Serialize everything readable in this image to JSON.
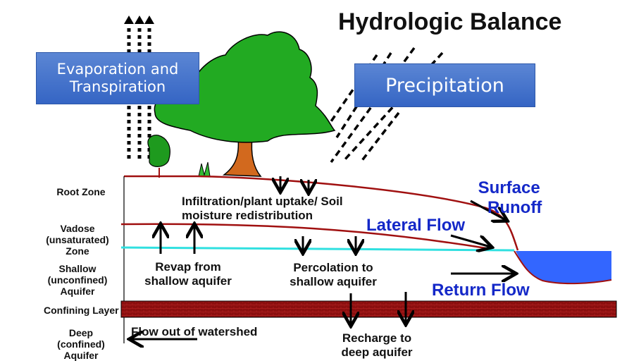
{
  "title": "Hydrologic Balance",
  "callouts": {
    "evapotranspiration": "Evaporation and Transpiration",
    "precipitation": "Precipitation"
  },
  "zones": {
    "root_zone": "Root Zone",
    "vadose": [
      "Vadose",
      "(unsaturated)",
      "Zone"
    ],
    "shallow": [
      "Shallow",
      "(unconfined)",
      "Aquifer"
    ],
    "confining": "Confining Layer",
    "deep": [
      "Deep",
      "(confined)",
      "Aquifer"
    ]
  },
  "processes": {
    "infiltration": [
      "Infiltration/plant uptake/ Soil",
      "moisture redistribution"
    ],
    "revap": [
      "Revap from",
      "shallow aquifer"
    ],
    "percolation": [
      "Percolation to",
      "shallow aquifer"
    ],
    "recharge": [
      "Recharge to",
      "deep aquifer"
    ],
    "flow_out": "Flow out of watershed"
  },
  "flows": {
    "surface_runoff": [
      "Surface",
      "Runoff"
    ],
    "lateral_flow": "Lateral Flow",
    "return_flow": "Return Flow"
  },
  "colors": {
    "callout": "#3f6fcc",
    "flow_label": "#1428c8",
    "surface_line": "#a01010",
    "water_table": "#30e0e0",
    "stream": "#3366ff",
    "confining": "#8b0f0f",
    "tree": "#22aa22",
    "trunk": "#d2691e"
  }
}
